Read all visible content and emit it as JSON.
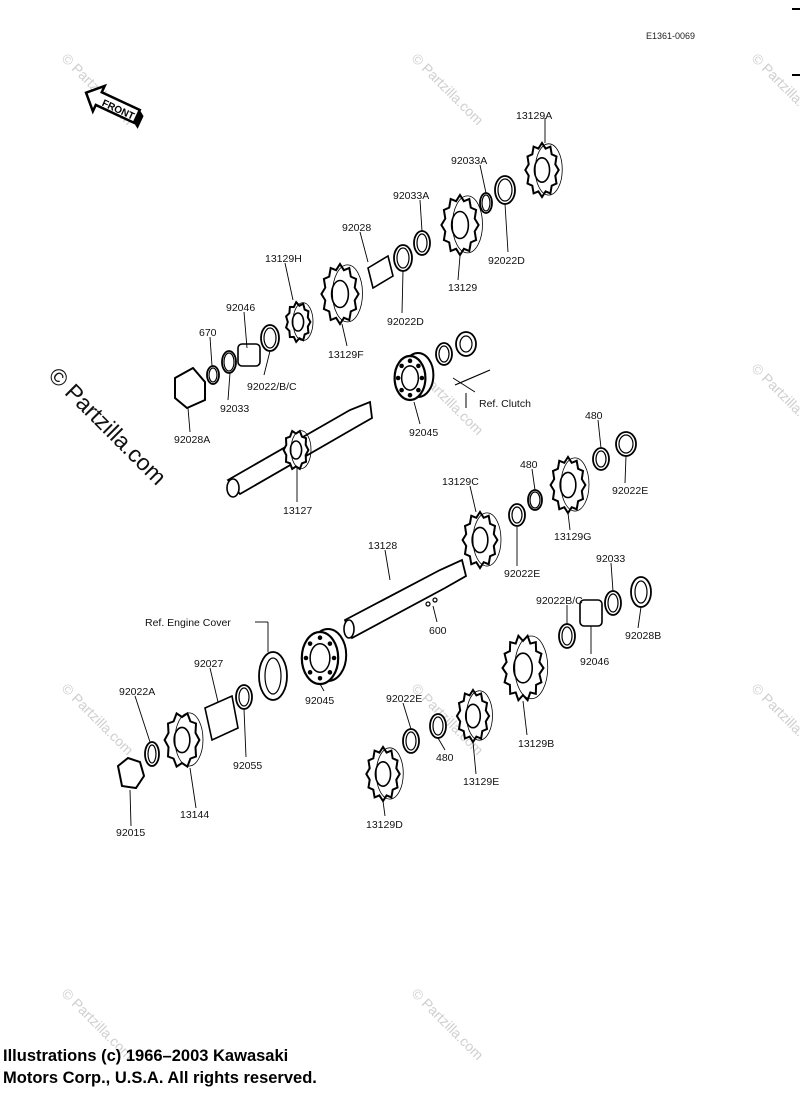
{
  "diagram": {
    "code": "E1361-0069",
    "front_label": "FRONT",
    "watermark": "© Partzilla.com",
    "copyright_line1": "Illustrations (c) 1966–2003 Kawasaki",
    "copyright_line2": "Motors Corp., U.S.A.  All rights reserved.",
    "labels": [
      {
        "id": "l-13129A",
        "text": "13129A"
      },
      {
        "id": "l-92033A-1",
        "text": "92033A"
      },
      {
        "id": "l-92033A-2",
        "text": "92033A"
      },
      {
        "id": "l-92028",
        "text": "92028"
      },
      {
        "id": "l-13129H",
        "text": "13129H"
      },
      {
        "id": "l-92046-1",
        "text": "92046"
      },
      {
        "id": "l-670",
        "text": "670"
      },
      {
        "id": "l-92022BC-1",
        "text": "92022/B/C"
      },
      {
        "id": "l-92033-1",
        "text": "92033"
      },
      {
        "id": "l-92028A",
        "text": "92028A"
      },
      {
        "id": "l-13129F",
        "text": "13129F"
      },
      {
        "id": "l-92022D-1",
        "text": "92022D"
      },
      {
        "id": "l-92022D-2",
        "text": "92022D"
      },
      {
        "id": "l-13129",
        "text": "13129"
      },
      {
        "id": "l-92045-1",
        "text": "92045"
      },
      {
        "id": "l-refclutch",
        "text": "Ref. Clutch"
      },
      {
        "id": "l-13127",
        "text": "13127"
      },
      {
        "id": "l-480-1",
        "text": "480"
      },
      {
        "id": "l-480-2",
        "text": "480"
      },
      {
        "id": "l-92022E-1",
        "text": "92022E"
      },
      {
        "id": "l-13129C",
        "text": "13129C"
      },
      {
        "id": "l-13129G",
        "text": "13129G"
      },
      {
        "id": "l-13128",
        "text": "13128"
      },
      {
        "id": "l-92022E-2",
        "text": "92022E"
      },
      {
        "id": "l-92033-2",
        "text": "92033"
      },
      {
        "id": "l-92022BC-2",
        "text": "92022B/C"
      },
      {
        "id": "l-92028B",
        "text": "92028B"
      },
      {
        "id": "l-600",
        "text": "600"
      },
      {
        "id": "l-92046-2",
        "text": "92046"
      },
      {
        "id": "l-refengine",
        "text": "Ref. Engine Cover"
      },
      {
        "id": "l-92027",
        "text": "92027"
      },
      {
        "id": "l-92022A",
        "text": "92022A"
      },
      {
        "id": "l-92045-2",
        "text": "92045"
      },
      {
        "id": "l-92022E-3",
        "text": "92022E"
      },
      {
        "id": "l-13129B",
        "text": "13129B"
      },
      {
        "id": "l-92055",
        "text": "92055"
      },
      {
        "id": "l-480-3",
        "text": "480"
      },
      {
        "id": "l-13129E",
        "text": "13129E"
      },
      {
        "id": "l-13144",
        "text": "13144"
      },
      {
        "id": "l-92015",
        "text": "92015"
      },
      {
        "id": "l-13129D",
        "text": "13129D"
      }
    ]
  }
}
